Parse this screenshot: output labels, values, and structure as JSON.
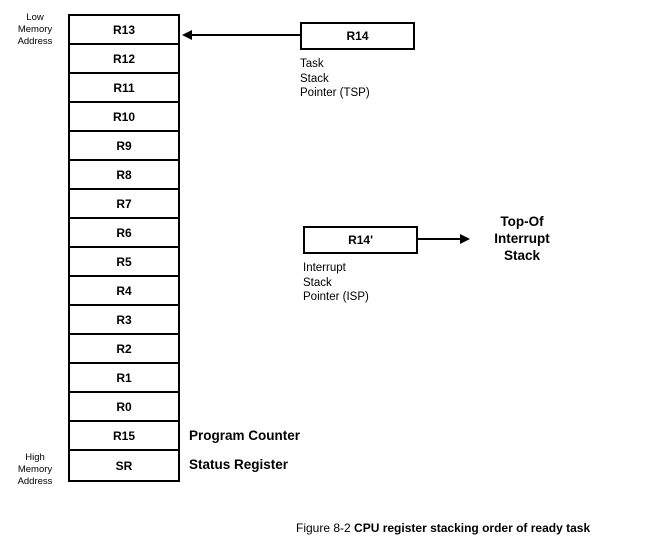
{
  "diagram": {
    "stack": {
      "registers": [
        "R13",
        "R12",
        "R11",
        "R10",
        "R9",
        "R8",
        "R7",
        "R6",
        "R5",
        "R4",
        "R3",
        "R2",
        "R1",
        "R0",
        "R15",
        "SR"
      ],
      "low_label": "Low\nMemory\nAddress",
      "high_label": "High\nMemory\nAddress"
    },
    "tsp": {
      "box_label": "R14",
      "caption": "Task\nStack\nPointer (TSP)"
    },
    "isp": {
      "box_label": "R14'",
      "caption": "Interrupt\nStack\nPointer (ISP)",
      "target": "Top-Of\nInterrupt\nStack"
    },
    "annotations": {
      "program_counter": "Program Counter",
      "status_register": "Status Register"
    },
    "figure_caption": {
      "prefix": "Figure 8-2",
      "title": "CPU register stacking order of ready task"
    }
  }
}
